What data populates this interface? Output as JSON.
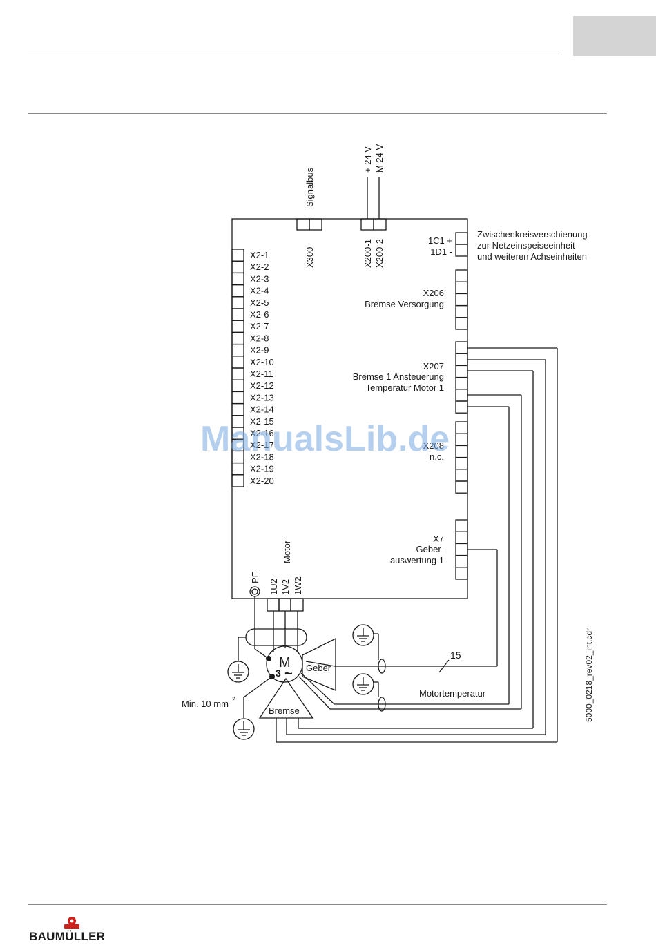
{
  "diagram": {
    "signalbus_label": "Signalbus",
    "x300_label": "X300",
    "plus24v_label": "+ 24 V",
    "m24v_label": "M 24 V",
    "x200_1_label": "X200-1",
    "x200_2_label": "X200-2",
    "dc1_label": "1C1 +",
    "dc2_label": "1D1 -",
    "dc_bus_line1": "Zwischenkreisverschienung",
    "dc_bus_line2": "zur Netzeinspeiseeinheit",
    "dc_bus_line3": "und weiteren Achseinheiten",
    "x2_terminals": [
      "X2-1",
      "X2-2",
      "X2-3",
      "X2-4",
      "X2-5",
      "X2-6",
      "X2-7",
      "X2-8",
      "X2-9",
      "X2-10",
      "X2-11",
      "X2-12",
      "X2-13",
      "X2-14",
      "X2-15",
      "X2-16",
      "X2-17",
      "X2-18",
      "X2-19",
      "X2-20"
    ],
    "x206_label": "X206",
    "x206_desc": "Bremse Versorgung",
    "x207_label": "X207",
    "x207_desc1": "Bremse 1 Ansteuerung",
    "x207_desc2": "Temperatur Motor 1",
    "x208_label": "X208",
    "x208_desc": "n.c.",
    "x7_label": "X7",
    "x7_desc1": "Geber-",
    "x7_desc2": "auswertung 1",
    "motor_label": "Motor",
    "pe_label": "PE",
    "u_label": "1U2",
    "v_label": "1V2",
    "w_label": "1W2",
    "motor_symbol": "M",
    "motor_phase": "3",
    "motor_ac": "~",
    "geber_label": "Geber",
    "bremse_label": "Bremse",
    "min_cross_label": "Min. 10 mm",
    "min_cross_sup": "2",
    "cable_no": "15",
    "motortemp_label": "Motortemperatur",
    "drawing_ref": "5000_0218_rev02_int.cdr"
  },
  "footer": {
    "brand": "BAUMÜLLER"
  },
  "watermark": "ManualsLib.de",
  "colors": {
    "line": "#1a1a1a",
    "rule": "#8a8a8a",
    "tab": "#d4d4d4",
    "logo_red": "#d0201b",
    "watermark": "#78aae1"
  }
}
